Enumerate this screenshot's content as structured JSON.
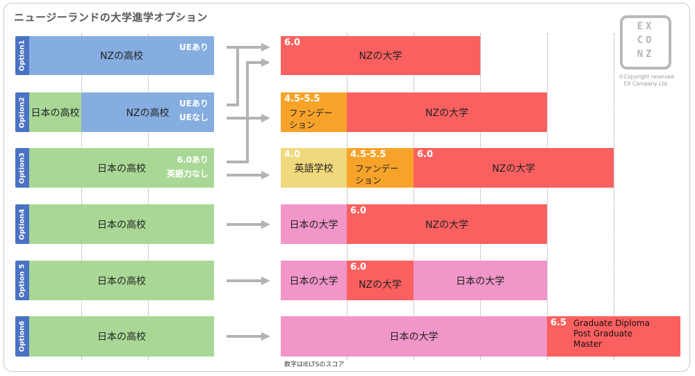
{
  "title": "ニュージーランドの大学進学オプション",
  "note": "数字はIELTSのスコア",
  "logo": {
    "line1": "EX",
    "line2": "CO",
    "line3": "NZ"
  },
  "copyright": {
    "line1": "©Copyright reserved",
    "line2": "EX Company Ltd."
  },
  "colors": {
    "option_tag": "#4a72c4",
    "nz_high_school": "#85ade0",
    "jp_high_school": "#a9d896",
    "nz_university": "#fb6060",
    "foundation": "#f7a32a",
    "language_school": "#f0d87c",
    "jp_university": "#f196c8",
    "arrow": "#b3b3b3"
  },
  "options": [
    {
      "tag": "Option1",
      "left": [
        {
          "text": "NZの高校",
          "side": [
            "UEあり"
          ]
        }
      ],
      "right": [
        {
          "score": "6.0",
          "text": "NZの大学"
        }
      ]
    },
    {
      "tag": "Option2",
      "left": [
        {
          "text": "日本の高校"
        },
        {
          "text": "NZの高校",
          "side": [
            "UEあり",
            "UEなし"
          ]
        }
      ],
      "right": [
        {
          "score": "4.5-5.5",
          "line1": "ファンデー",
          "line2": "ション"
        },
        {
          "text": "NZの大学"
        }
      ]
    },
    {
      "tag": "Option3",
      "left": [
        {
          "text": "日本の高校",
          "side": [
            "6.0あり",
            "英語力なし"
          ]
        }
      ],
      "right": [
        {
          "score": "4.0",
          "text": "英語学校"
        },
        {
          "score": "4.5-5.5",
          "line1": "ファンデー",
          "line2": "ション"
        },
        {
          "score": "6.0",
          "text": "NZの大学"
        }
      ]
    },
    {
      "tag": "Option4",
      "left": [
        {
          "text": "日本の高校"
        }
      ],
      "right": [
        {
          "text": "日本の大学"
        },
        {
          "score": "6.0",
          "text": "NZの大学"
        }
      ]
    },
    {
      "tag": "Option 5",
      "left": [
        {
          "text": "日本の高校"
        }
      ],
      "right": [
        {
          "text": "日本の大学"
        },
        {
          "score": "6.0",
          "text": "NZの大学"
        },
        {
          "text": "日本の大学"
        }
      ]
    },
    {
      "tag": "Option6",
      "left": [
        {
          "text": "日本の高校"
        }
      ],
      "right": [
        {
          "text": "日本の大学"
        },
        {
          "score": "6.5",
          "lines": [
            "Graduate Diploma",
            "Post Graduate",
            "Master"
          ]
        }
      ]
    }
  ]
}
